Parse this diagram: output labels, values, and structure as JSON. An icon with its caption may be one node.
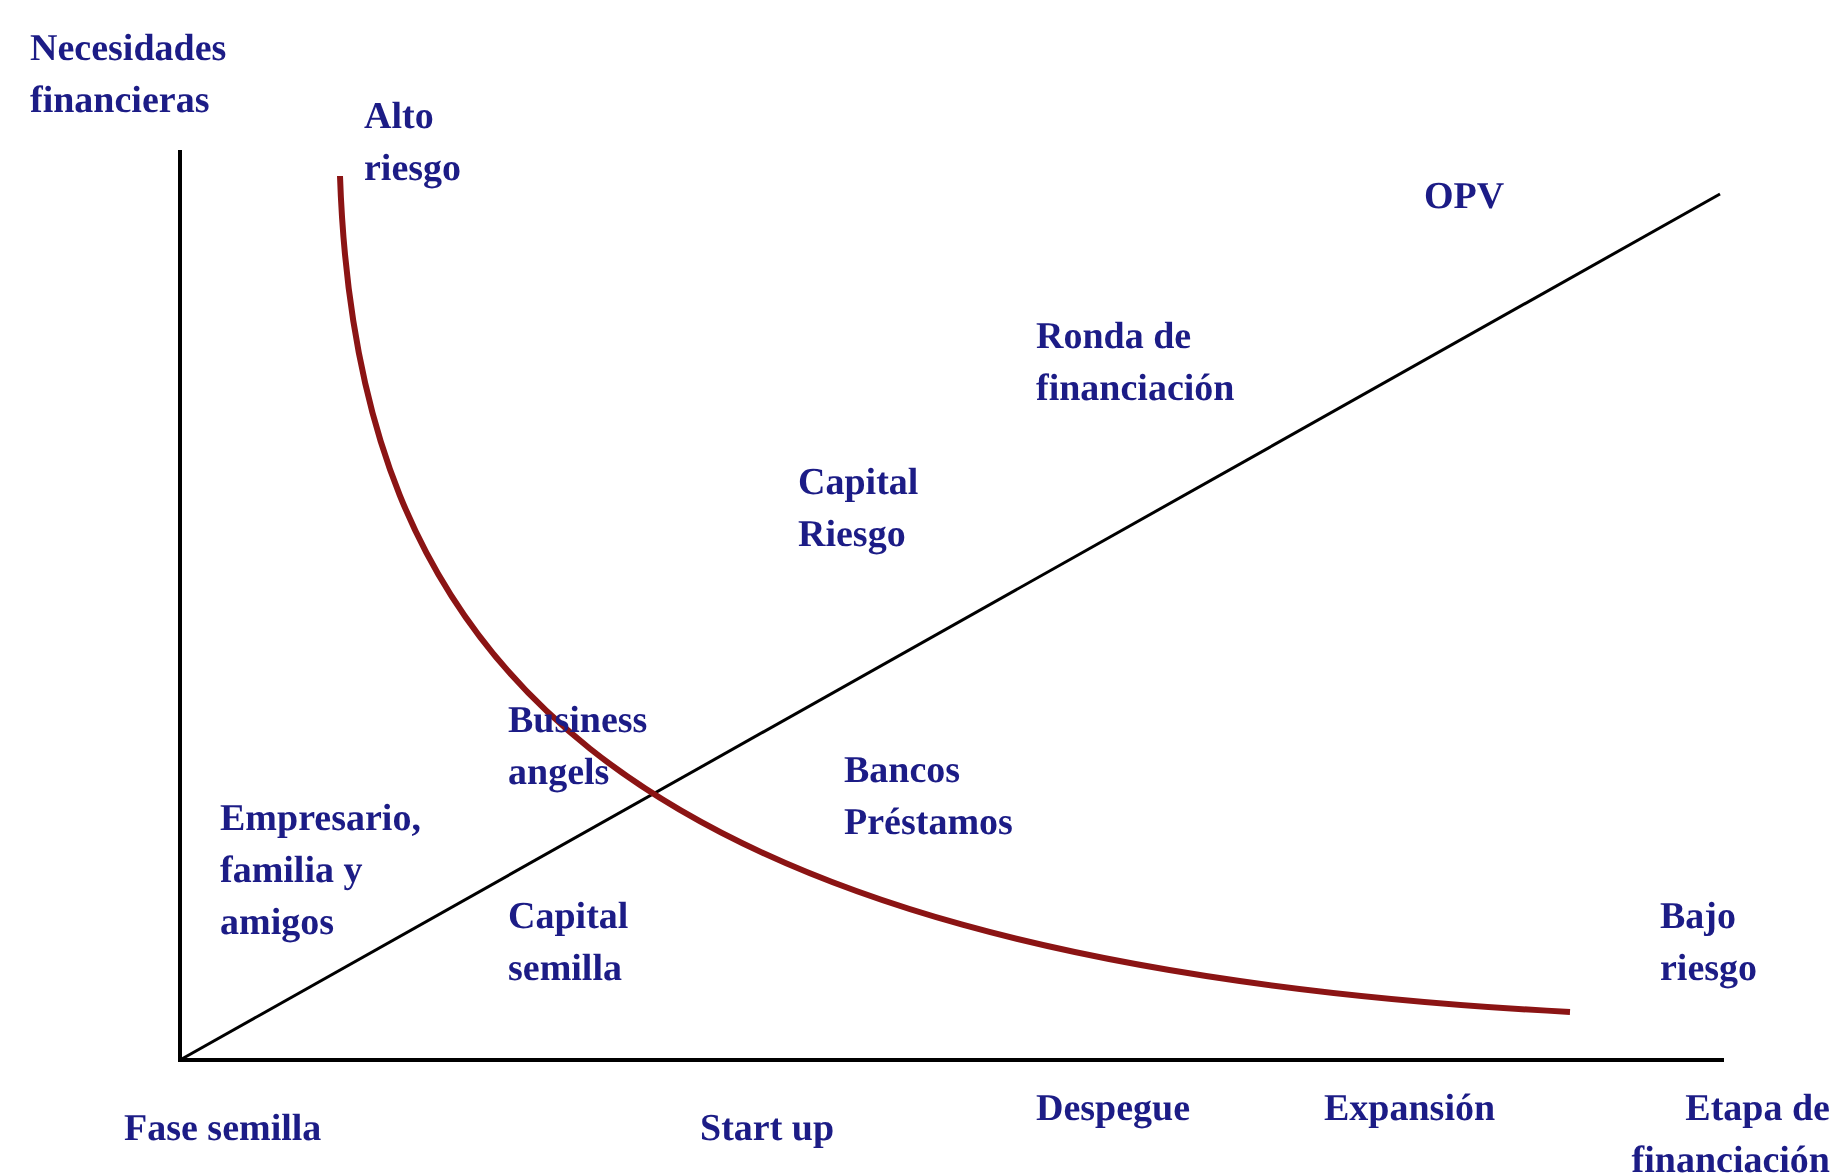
{
  "diagram": {
    "labels": [
      "Necesidades financieras",
      "Alto riesgo",
      "OPV",
      "Ronda de financiación",
      "Capital Riesgo",
      "Business angels",
      "Bancos Préstamos",
      "Empresario, familia y amigos",
      "Capital semilla",
      "Bajo riesgo",
      "Fase semilla",
      "Start up",
      "Despegue",
      "Expansión",
      "Etapa de financiación"
    ]
  }
}
